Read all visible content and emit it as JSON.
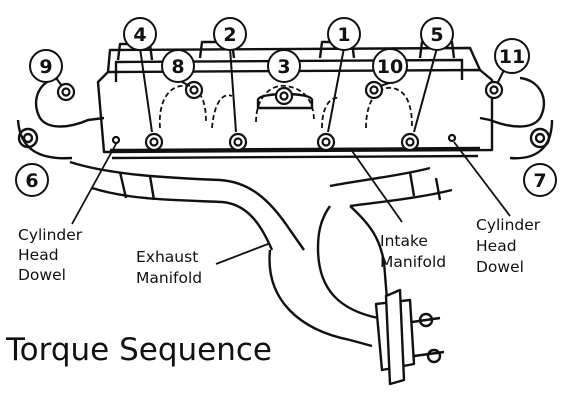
{
  "diagram": {
    "title": "Torque Sequence",
    "bolt_numbers": {
      "b1": "1",
      "b2": "2",
      "b3": "3",
      "b4": "4",
      "b5": "5",
      "b6": "6",
      "b7": "7",
      "b8": "8",
      "b9": "9",
      "b10": "10",
      "b11": "11"
    },
    "labels": {
      "cyl_left": [
        "Cylinder",
        "Head",
        "Dowel"
      ],
      "exhaust": [
        "Exhaust",
        "Manifold"
      ],
      "intake": [
        "Intake",
        "Manifold"
      ],
      "cyl_right": [
        "Cylinder",
        "Head",
        "Dowel"
      ]
    },
    "colors": {
      "line": "#111111",
      "background": "#ffffff"
    }
  }
}
